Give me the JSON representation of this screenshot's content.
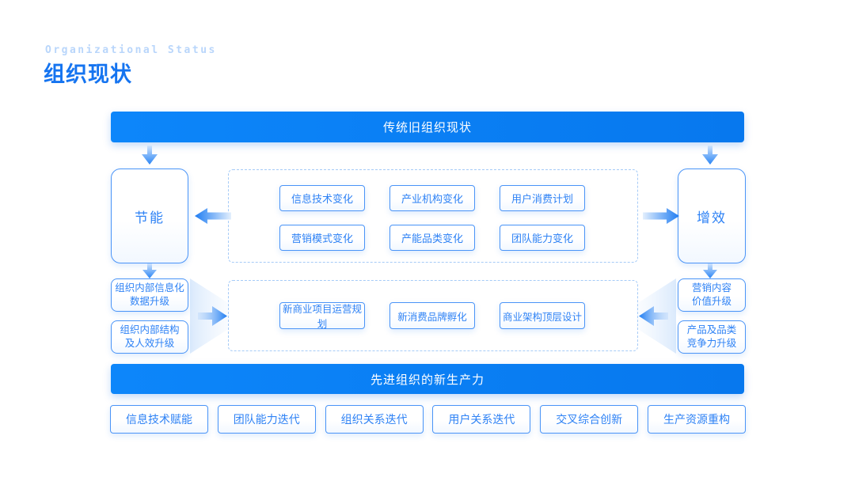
{
  "header": {
    "eyebrow": "Organizational Status",
    "title": "组织现状"
  },
  "banners": {
    "top": "传统旧组织现状",
    "bottom": "先进组织的新生产力"
  },
  "side_nodes": {
    "left": "节能",
    "right": "增效"
  },
  "changes": {
    "items": [
      "信息技术变化",
      "产业机构变化",
      "用户消费计划",
      "营销模式变化",
      "产能品类变化",
      "团队能力变化"
    ]
  },
  "upgrades": {
    "left": [
      {
        "line1": "组织内部信息化",
        "line2": "数据升级"
      },
      {
        "line1": "组织内部结构",
        "line2": "及人效升级"
      }
    ],
    "right": [
      {
        "line1": "营销内容",
        "line2": "价值升级"
      },
      {
        "line1": "产品及品类",
        "line2": "竞争力升级"
      }
    ]
  },
  "new_business": {
    "items": [
      "新商业项目运营规划",
      "新消费品牌孵化",
      "商业架构顶层设计"
    ]
  },
  "bottom_row": {
    "items": [
      "信息技术赋能",
      "团队能力迭代",
      "组织关系迭代",
      "用户关系迭代",
      "交叉综合创新",
      "生产资源重构"
    ]
  },
  "colors": {
    "primary_blue": "#0b80f6",
    "border_blue": "#4a94f7",
    "text_blue": "#2e82f5",
    "title_blue": "#1574f0",
    "eyebrow_blue": "#b9d6fb",
    "dashed_blue": "#a6cbf7",
    "background": "#ffffff"
  }
}
